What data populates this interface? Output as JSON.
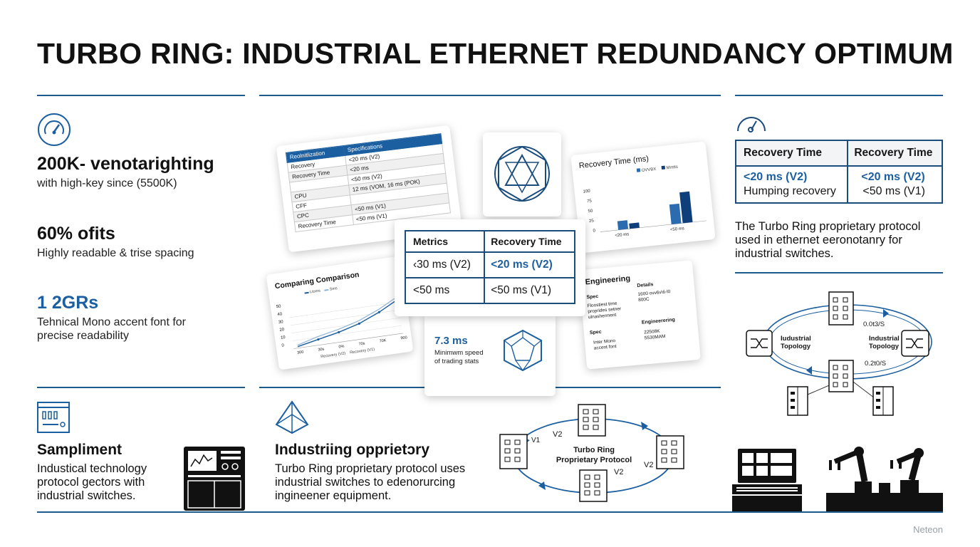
{
  "title": "TURBO RING: INDUSTRIAL ETHERNET REDUNDANCY OPTIMUM",
  "left_stats": [
    {
      "headline": "200K- venotarighting",
      "sub": "with high-key since (5500K)"
    },
    {
      "headline": "60% ofits",
      "sub": "Highly readable & trise spacing"
    },
    {
      "headline": "1 2GRs",
      "sub_lines": [
        "Tehnical Mono accent font for",
        "precise readability"
      ]
    }
  ],
  "spec_card": {
    "header": [
      "Reolnitlization",
      "Specifications"
    ],
    "rows": [
      [
        "Recovery",
        "<20 ms (V2)"
      ],
      [
        "Recovery Time",
        "<20 ms"
      ],
      [
        "",
        "<50 ms (V2)"
      ],
      [
        "CPU",
        "12 ms (VOM, 16 ms (POK)"
      ],
      [
        "CFF",
        ""
      ],
      [
        "CPC",
        "<50 ms (V1)"
      ],
      [
        "Recovery Time",
        "<50 ms (V1)"
      ]
    ]
  },
  "bar_card": {
    "title": "Recovery Time (ms)",
    "legend": [
      "OVVBX",
      "Mmtts"
    ],
    "yticks": [
      "100",
      "75",
      "50",
      "25",
      "0"
    ],
    "xticks": [
      "<20 ms",
      "<50 ms"
    ]
  },
  "chart_data": {
    "type": "bar",
    "title": "Recovery Time (ms)",
    "categories": [
      "<20 ms",
      "<50 ms"
    ],
    "series": [
      {
        "name": "OVVBX",
        "values": [
          20,
          45
        ]
      },
      {
        "name": "Mmtts",
        "values": [
          12,
          70
        ]
      }
    ],
    "ylim": [
      0,
      100
    ],
    "colors": [
      "#2b6cb0",
      "#0e3f7a"
    ]
  },
  "metrics_card": {
    "header": [
      "Metrics",
      "Recovery Time"
    ],
    "rows": [
      [
        "‹30 ms (V2)",
        "<20 ms (V2)"
      ],
      [
        "<50 ms",
        "<50 ms (V1)"
      ]
    ]
  },
  "line_card": {
    "title": "Comparing Comparison",
    "legend": [
      "Ltoms",
      "Sms"
    ],
    "yticks": [
      "50",
      "40",
      "30",
      "20",
      "10",
      "0"
    ],
    "xticks": [
      "300",
      "30s",
      "0%",
      "70s",
      "70K",
      "900"
    ],
    "footer": [
      "Recovery (V2)",
      "Recovery (V1)"
    ]
  },
  "stat_card": {
    "value": "7.3 ms",
    "label_lines": [
      "Minimwm speed",
      "of trading stats"
    ]
  },
  "eng_card": {
    "title": "Engineering",
    "col_details": "Details",
    "spec1": "Spec",
    "line1": [
      "Floostiest time",
      "proprides setner",
      "ulnasherment"
    ],
    "detail1": [
      "1600 ovv6v\\6-l0",
      "800C"
    ],
    "spec2": "Spec",
    "sub2": "Engineerering",
    "line2": [
      "Inter Mono",
      "accent font"
    ],
    "detail2": [
      "22508K",
      "5530MAM"
    ]
  },
  "right_table": {
    "header": [
      "Recovery Time",
      "Recovery Time"
    ],
    "row1": [
      "<20 ms (V2)",
      "<20 ms (V2)"
    ],
    "row2": [
      "Humping recovery",
      "<50 ms (V1)"
    ]
  },
  "right_desc": [
    "The Turbo Ring proprietary protocol",
    "used in ethernet eeronotanry for",
    "industrial switches."
  ],
  "topology": {
    "left_label": [
      "Iudustrial",
      "Topology"
    ],
    "right_label": [
      "Industrial",
      "Topology"
    ],
    "top_speed": "0.0t3/S",
    "bottom_speed": "0.2t0/S"
  },
  "sampliment": {
    "title": "Sampliment",
    "lines": [
      "Industical technology",
      "protocol gectors with",
      "industrial switches."
    ]
  },
  "industring": {
    "title": "Industriing opprietɔry",
    "lines": [
      "Turbo Ring proprietary protocol uses",
      "industrial switches to edenorurcing",
      "ingineener equipment."
    ]
  },
  "ring": {
    "center": [
      "Turbo Ring",
      "Proprietary Protocol"
    ],
    "labels": [
      "V2",
      "V1",
      "V2",
      "V2"
    ]
  },
  "footer": "Neteon",
  "colors": {
    "accent": "#1c5fa0",
    "rule": "#1f5a8c",
    "dark": "#111111"
  }
}
